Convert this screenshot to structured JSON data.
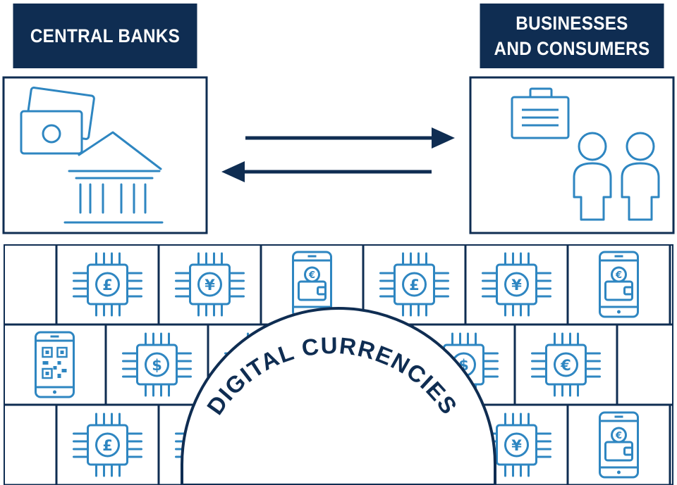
{
  "header_left": {
    "label": "CENTRAL BANKS"
  },
  "header_right": {
    "line1": "BUSINESSES",
    "line2": "AND CONSUMERS"
  },
  "arch_label": "DIGITAL CURRENCIES",
  "colors": {
    "navy": "#0f2d52",
    "blue": "#2e86c1"
  },
  "icons": {
    "central_banks": [
      "banknotes-icon",
      "bank-building-icon"
    ],
    "businesses_consumers": [
      "briefcase-icon",
      "person-icon",
      "person-icon"
    ],
    "exchange": [
      "arrow-right-icon",
      "arrow-left-icon"
    ]
  },
  "wall": {
    "row1": [
      "",
      "chip-pound-icon",
      "chip-yen-icon",
      "phone-wallet-icon",
      "chip-pound-icon",
      "chip-yen-icon",
      "phone-wallet-icon"
    ],
    "row2": [
      "phone-qr-icon",
      "chip-dollar-icon",
      "chip-icon",
      "phone-icon",
      "chip-dollar-icon",
      "chip-euro-icon",
      ""
    ],
    "row3": [
      "",
      "chip-pound-icon",
      "chip-icon",
      "",
      "",
      "chip-yen-icon",
      "phone-wallet-icon"
    ]
  },
  "currency_symbols": {
    "pound": "£",
    "yen": "¥",
    "dollar": "$",
    "euro": "€"
  }
}
